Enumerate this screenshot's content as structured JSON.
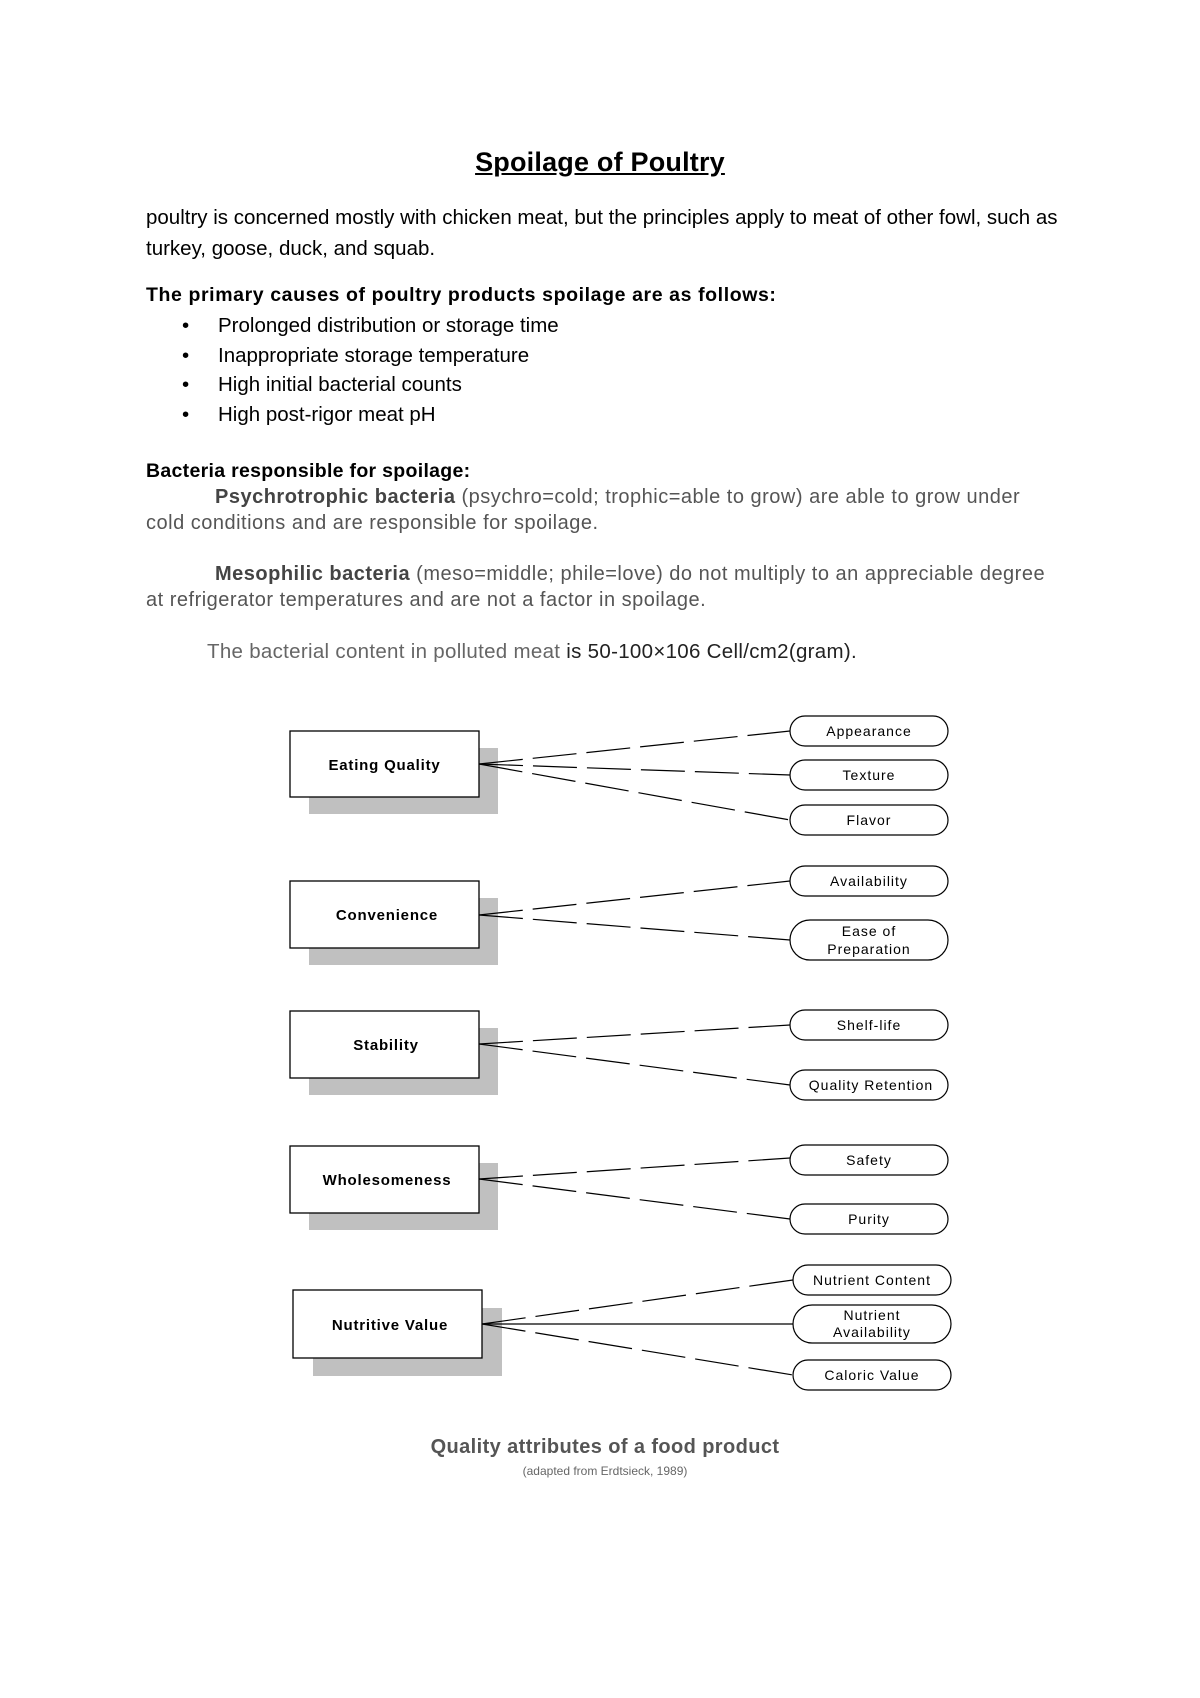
{
  "title": "Spoilage of Poultry",
  "intro": "poultry is concerned mostly with chicken meat, but the principles apply to meat of other fowl, such as turkey, goose, duck, and squab.",
  "causes": {
    "heading": "The primary causes of poultry products spoilage are as follows:",
    "items": [
      "Prolonged distribution or storage time",
      "Inappropriate storage temperature",
      "High initial bacterial counts",
      "High post-rigor meat pH"
    ]
  },
  "bacteria": {
    "heading": "Bacteria responsible for spoilage:",
    "psychro_term": "Psychrotrophic bacteria",
    "psychro_text": " (psychro=cold; trophic=able to grow) are able to grow under cold conditions and are responsible for spoilage.",
    "meso_term": "Mesophilic bacteria",
    "meso_text": " (meso=middle; phile=love) do not multiply to an appreciable degree at refrigerator temperatures and are not a factor in spoilage."
  },
  "content_line": {
    "prefix": "The bacterial content in polluted meat ",
    "value": "is 50-100×106  Cell/cm2(gram)."
  },
  "diagram": {
    "groups": [
      {
        "name": "Eating Quality",
        "attributes": [
          "Appearance",
          "Texture",
          "Flavor"
        ]
      },
      {
        "name": "Convenience",
        "attributes": [
          "Availability",
          "Ease of Preparation"
        ]
      },
      {
        "name": "Stability",
        "attributes": [
          "Shelf-life",
          "Quality Retention"
        ]
      },
      {
        "name": "Wholesomeness",
        "attributes": [
          "Safety",
          "Purity"
        ]
      },
      {
        "name": "Nutritive Value",
        "attributes": [
          "Nutrient Content",
          "Nutrient Availability",
          "Caloric Value"
        ]
      }
    ]
  },
  "caption": "Quality attributes of a food product",
  "source": "(adapted from Erdtsieck, 1989)"
}
